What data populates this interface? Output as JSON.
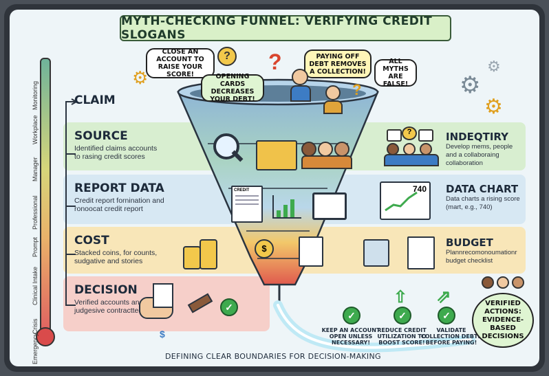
{
  "title": "MYTH-CHECKING FUNNEL: VERIFYING CREDIT SLOGANS",
  "bubbles": {
    "close_account": "CLOSE AN ACCOUNT TO RAISE YOUR SCORE!",
    "opening_cards": "OPENING CARDS DECREASES YOUR DEBT!",
    "paying_off": "PAYING OFF DEBT REMOVES A COLLECTION!",
    "all_myths": "ALL MYTHS ARE FALSE!"
  },
  "scale_labels": [
    "Monitoring",
    "Workplace",
    "Manager",
    "Professional",
    "Prompt",
    "Clinical Intake",
    "Crisis",
    "Emergency"
  ],
  "stages": {
    "claim": {
      "label": "CLAIM"
    },
    "source": {
      "label": "SOURCE",
      "desc": "Identified claims accounts to rasing credit scores"
    },
    "report": {
      "label": "REPORT DATA",
      "desc": "Credit report fornination and ronoocat credit report",
      "doc_label": "CREDIT"
    },
    "cost": {
      "label": "COST",
      "desc": "Stacked coins, for counts, sudgative and stories"
    },
    "decision": {
      "label": "DECISION",
      "desc": "Verified accounts and judgesive contractted"
    }
  },
  "right_panels": {
    "identity": {
      "label": "INDEQTIRY",
      "desc": "Develop mems, people and a collaboraing collaboration"
    },
    "data_chart": {
      "label": "DATA CHART",
      "desc": "Data charts a rising score (mart, e.g., 740)",
      "score": "740"
    },
    "budget": {
      "label": "BUDGET",
      "desc": "Plannrecomonoumationr budget checklist"
    }
  },
  "actions": [
    "KEEP AN ACCOUNT OPEN UNLESS NECESSARY!",
    "REDUCE CREDIT UTILIZATION TO BOOST SCORE!",
    "VALIDATE COLLECTION DEBTS BEFORE PAYING!"
  ],
  "verified": "VERIFIED ACTIONS: EVIDENCE-BASED DECISIONS",
  "footer": "DEFINING CLEAR BOUNDARIES FOR DECISION-MAKING",
  "colors": {
    "source_band": "#d8eed0",
    "report_band": "#d7e8f3",
    "cost_band": "#f8e6b8",
    "decision_band": "#f6cfc9",
    "funnel_top": "#8fb6d6",
    "funnel_bottom": "#e05a4e",
    "accent_green": "#3eaa4e"
  }
}
